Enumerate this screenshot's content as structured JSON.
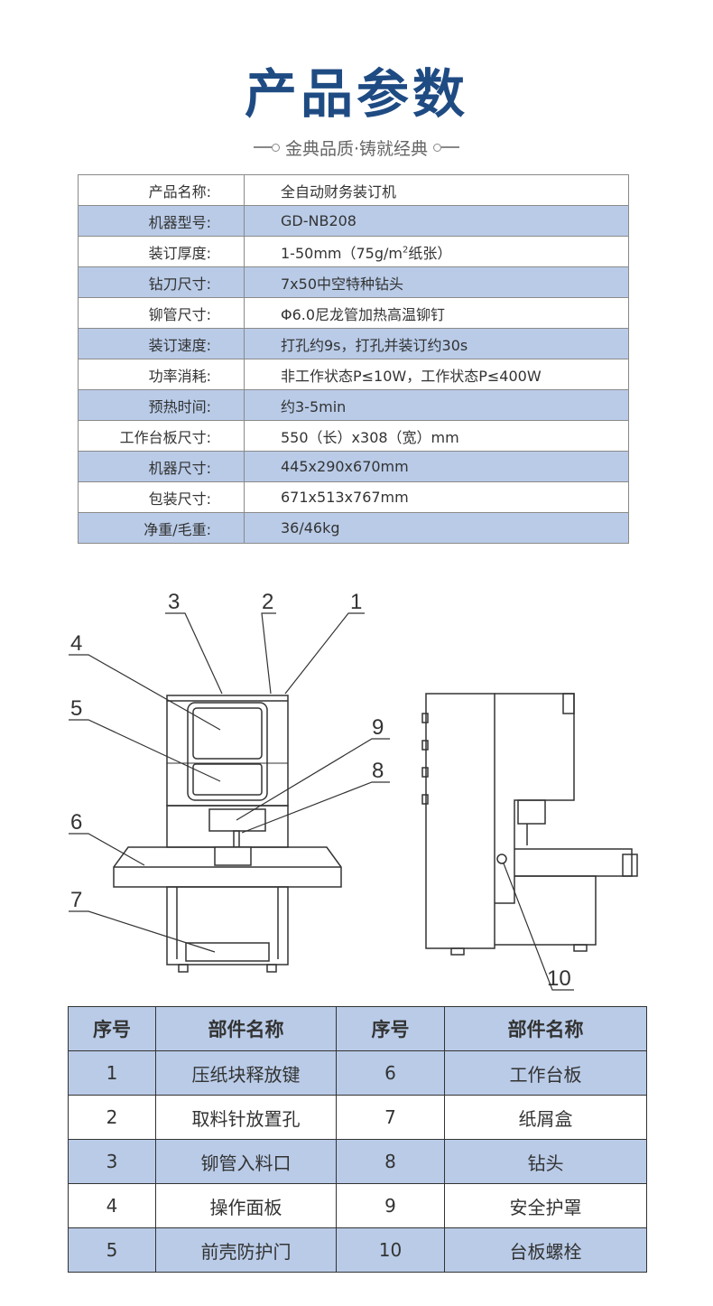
{
  "header": {
    "title": "产品参数",
    "subtitle": "金典品质·铸就经典"
  },
  "specs": [
    {
      "label": "产品名称:",
      "value": "全自动财务装订机"
    },
    {
      "label": "机器型号:",
      "value": "GD-NB208"
    },
    {
      "label": "装订厚度:",
      "value_pre": "1-50mm（75g/m",
      "value_sup": "2",
      "value_post": "纸张）"
    },
    {
      "label": "钻刀尺寸:",
      "value": "7x50中空特种钻头"
    },
    {
      "label": "铆管尺寸:",
      "value": "Φ6.0尼龙管加热高温铆钉"
    },
    {
      "label": "装订速度:",
      "value": "打孔约9s，打孔并装订约30s"
    },
    {
      "label": "功率消耗:",
      "value": "非工作状态P≤10W，工作状态P≤400W"
    },
    {
      "label": "预热时间:",
      "value": "约3-5min"
    },
    {
      "label": "工作台板尺寸:",
      "value": "550（长）x308（宽）mm"
    },
    {
      "label": "机器尺寸:",
      "value": "445x290x670mm"
    },
    {
      "label": "包装尺寸:",
      "value": "671x513x767mm"
    },
    {
      "label": "净重/毛重:",
      "value": "36/46kg"
    }
  ],
  "diagram": {
    "callouts": [
      "1",
      "2",
      "3",
      "4",
      "5",
      "6",
      "7",
      "8",
      "9",
      "10"
    ]
  },
  "parts_table": {
    "headers": [
      "序号",
      "部件名称",
      "序号",
      "部件名称"
    ],
    "rows": [
      [
        "1",
        "压纸块释放键",
        "6",
        "工作台板"
      ],
      [
        "2",
        "取料针放置孔",
        "7",
        "纸屑盒"
      ],
      [
        "3",
        "铆管入料口",
        "8",
        "钻头"
      ],
      [
        "4",
        "操作面板",
        "9",
        "安全护罩"
      ],
      [
        "5",
        "前壳防护门",
        "10",
        "台板螺栓"
      ]
    ]
  }
}
